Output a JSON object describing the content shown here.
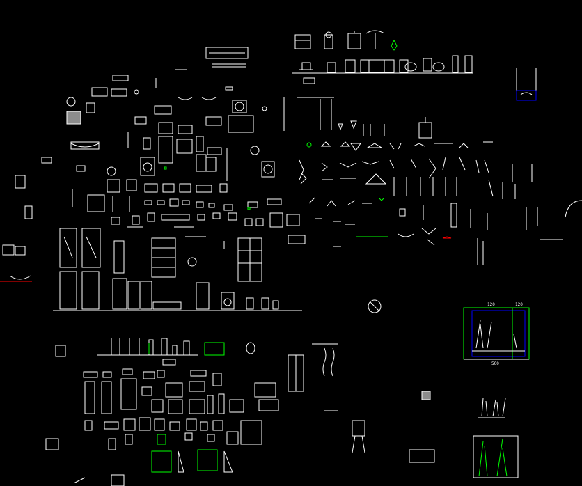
{
  "colors": {
    "background": "#000000",
    "line": "#ffffff",
    "accent_green": "#00ff00",
    "accent_blue": "#0000ff",
    "accent_red": "#ff0000",
    "fill_gray": "#8c8c8c"
  },
  "app": {
    "view": "cad-model-space"
  },
  "labels": {
    "dim_a": "120",
    "dim_b": "120",
    "dim_c": "500"
  }
}
